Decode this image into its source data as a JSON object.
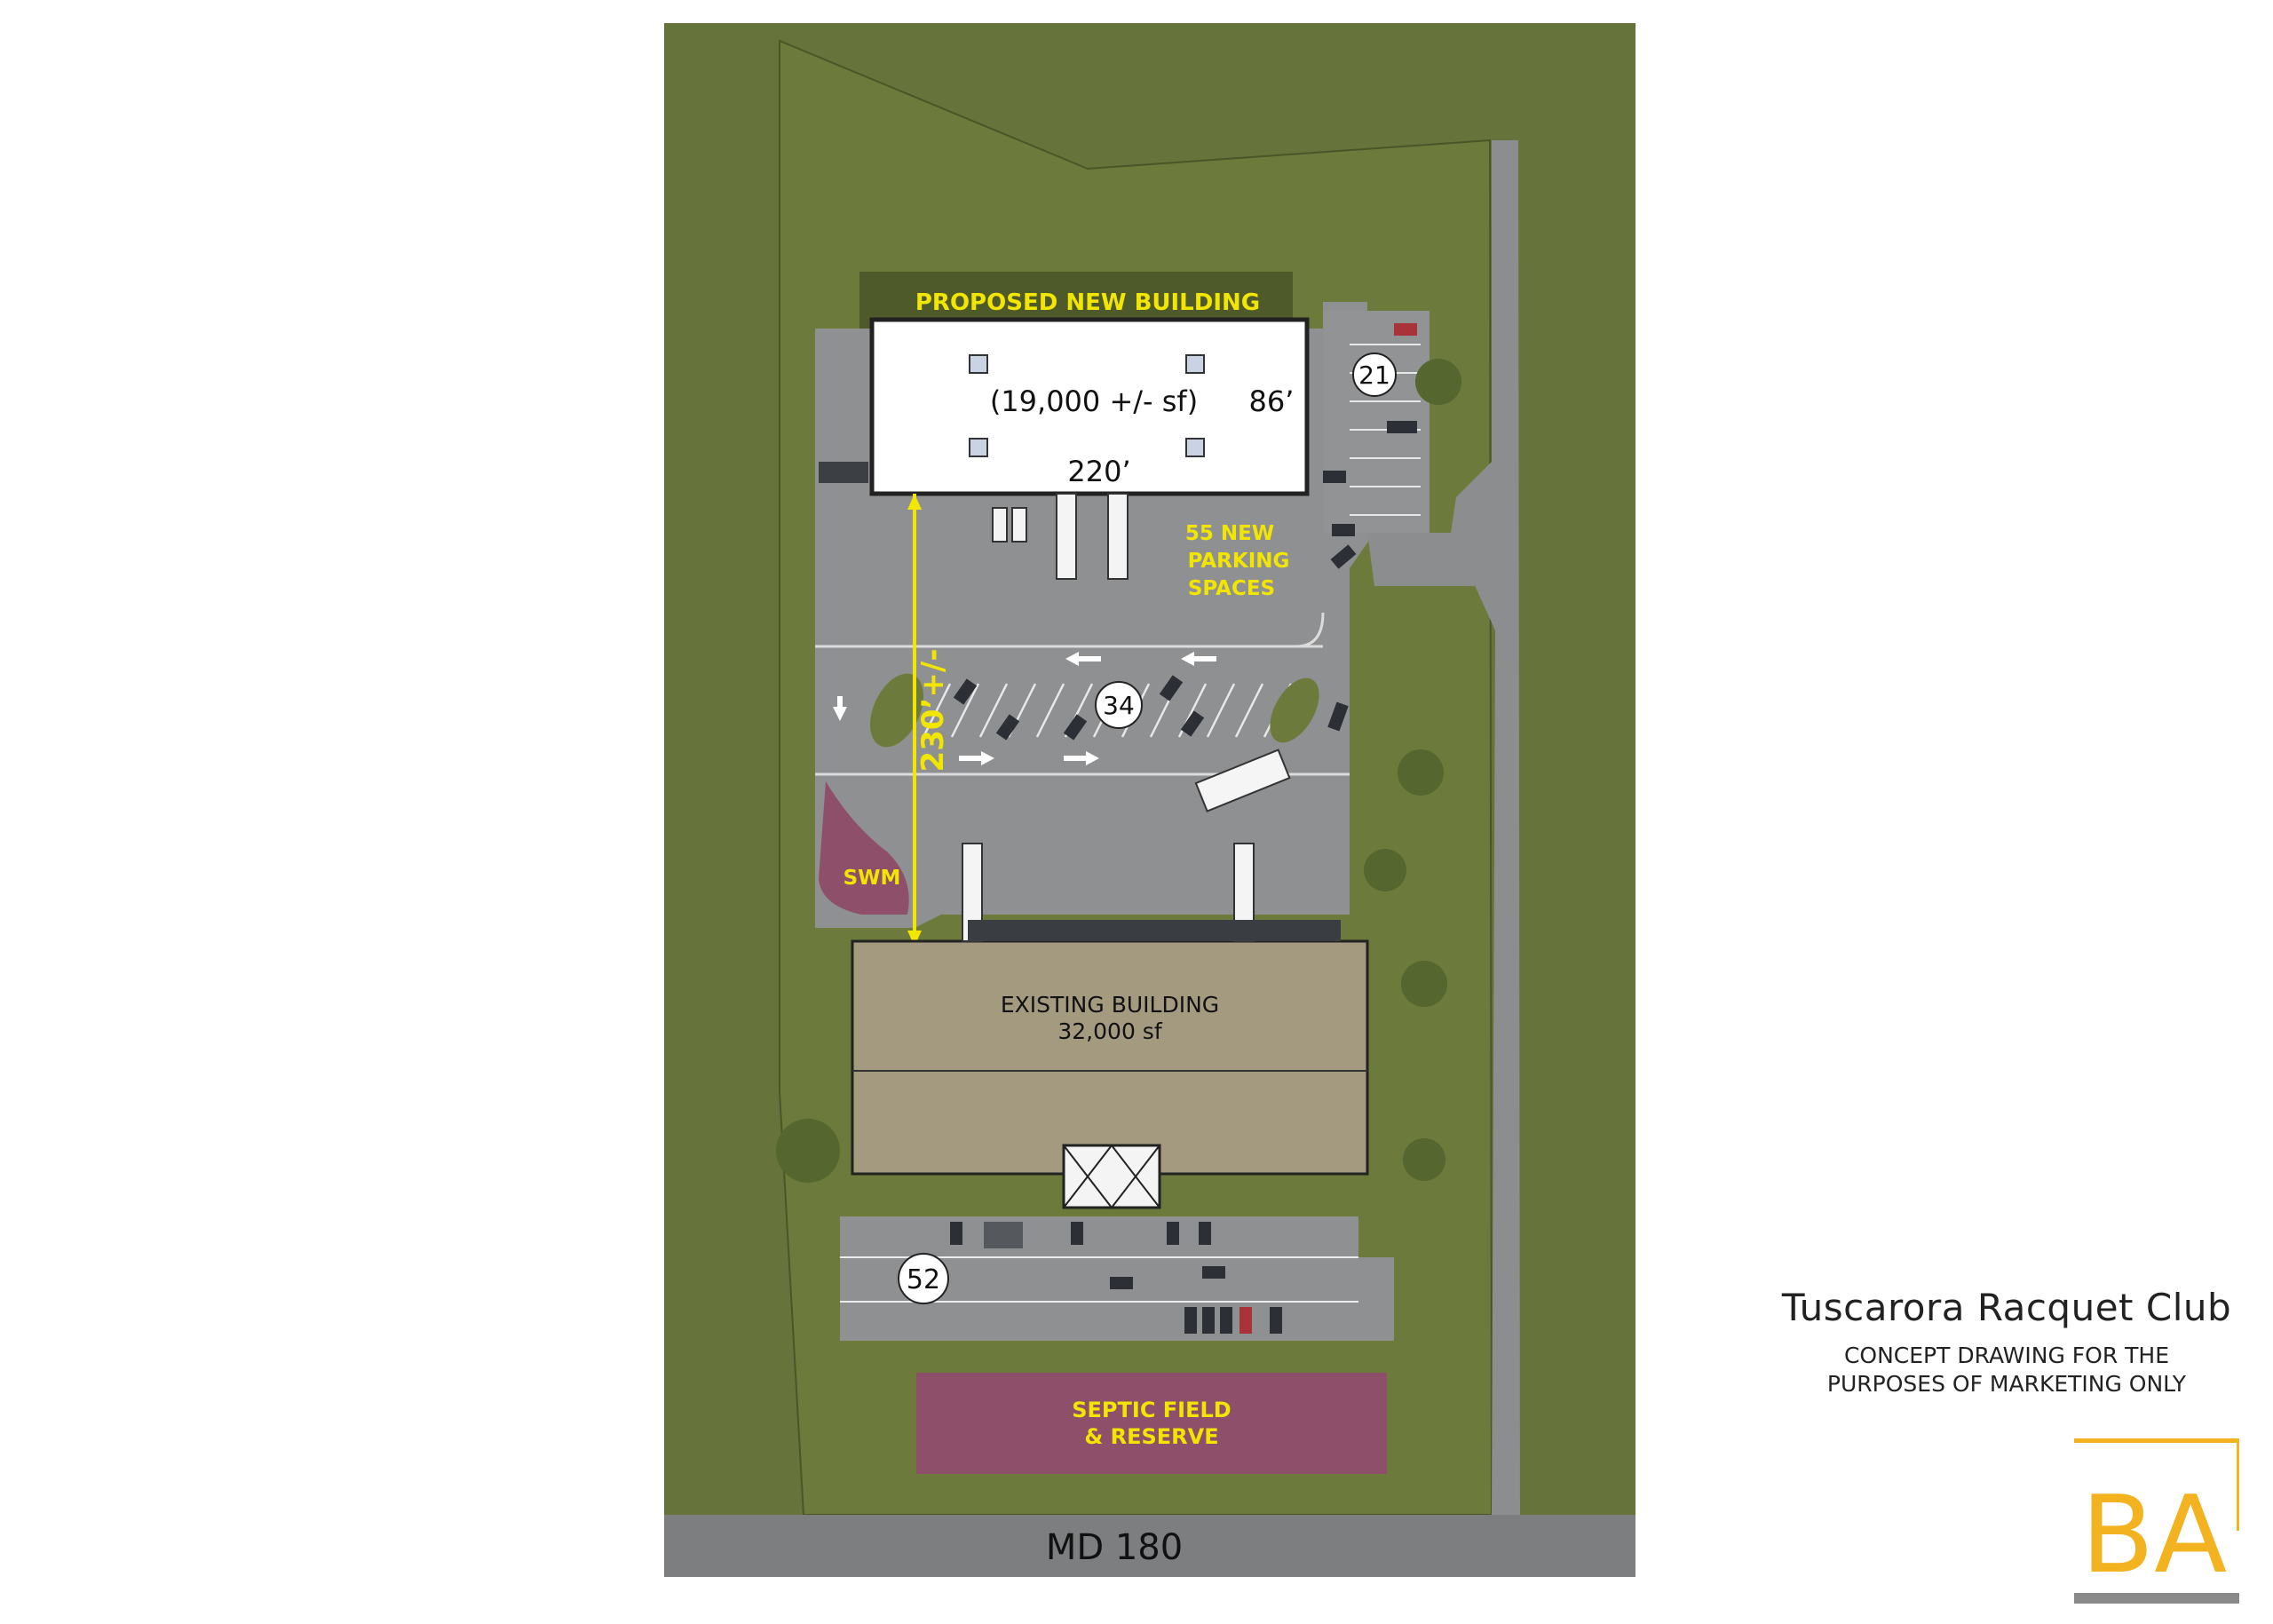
{
  "map": {
    "road_label": "MD 180",
    "proposed_building": {
      "title": "PROPOSED NEW BUILDING",
      "area": "(19,000 +/- sf)",
      "width_dim": "220’",
      "depth_dim": "86’"
    },
    "existing_building": {
      "title": "EXISTING BUILDING",
      "area": "32,000 sf"
    },
    "new_parking_label": [
      "55 NEW",
      "PARKING",
      "SPACES"
    ],
    "distance_label": "230’+/-",
    "swm_label": "SWM",
    "septic_label": [
      "SEPTIC FIELD",
      "& RESERVE"
    ],
    "parking_counts": [
      "21",
      "34",
      "52"
    ]
  },
  "title_block": {
    "project_name": "Tuscarora Racquet Club",
    "subtitle_line1": "CONCEPT DRAWING FOR THE",
    "subtitle_line2": "PURPOSES OF MARKETING ONLY"
  },
  "logo": {
    "text": "BA"
  },
  "colors": {
    "grass": "#6b7a3a",
    "frame_grass": "#66733a",
    "asphalt": "#8f9092",
    "road": "#7d7e80",
    "existing_roof": "#a39a80",
    "pink": "#8e4f6b",
    "yellow": "#f2e500",
    "logo_gold": "#f3b21f",
    "logo_gray": "#8a8a8a"
  }
}
